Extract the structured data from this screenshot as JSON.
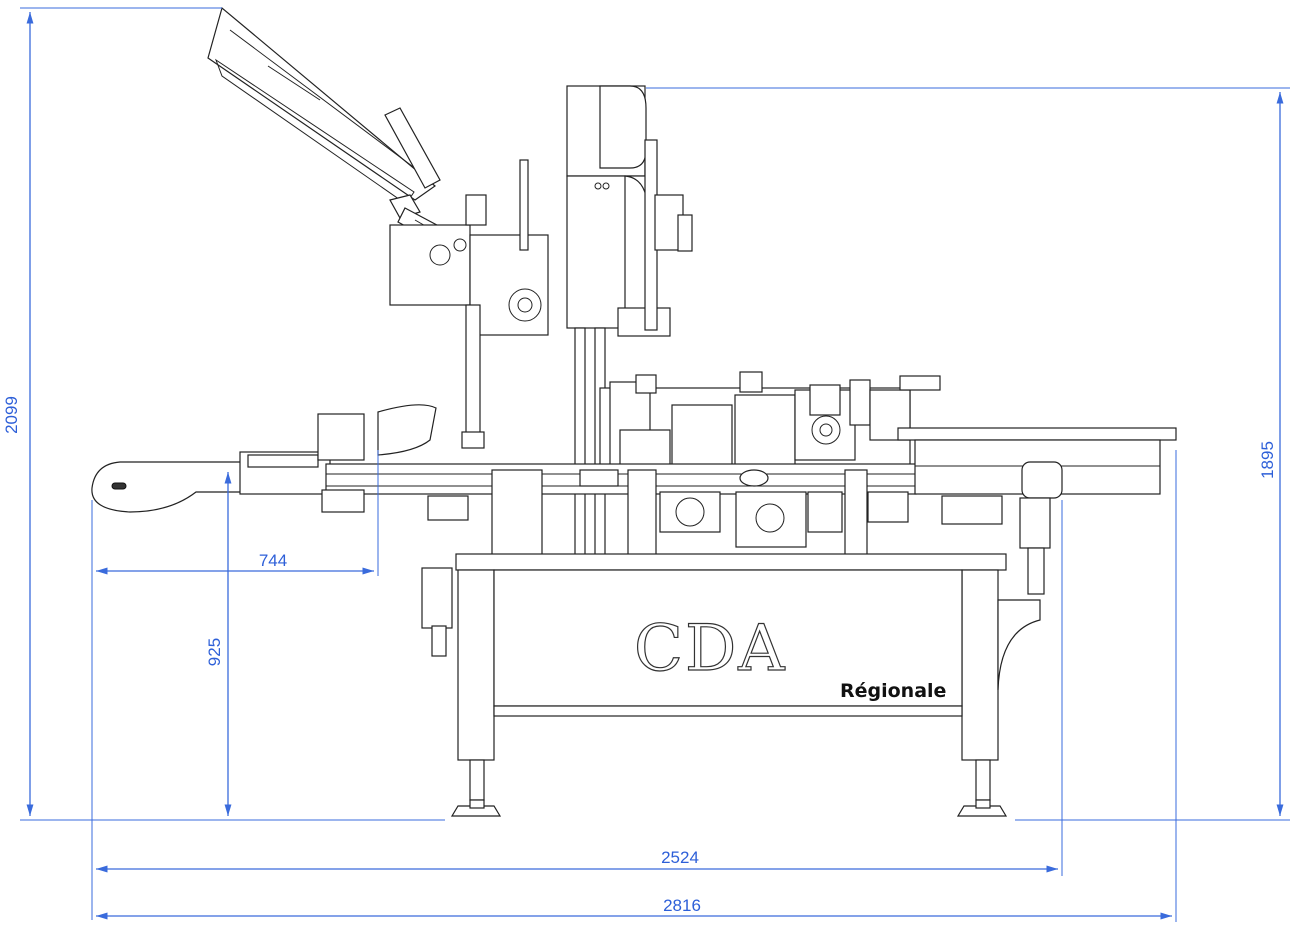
{
  "dimensions": {
    "total_height": "2099",
    "top_height": "1895",
    "infeed_length": "744",
    "conveyor_height": "925",
    "base_width": "2524",
    "total_width": "2816"
  },
  "branding": {
    "logo": "CDA",
    "model": "Régionale"
  },
  "colors": {
    "dimension": "#3a6bdc",
    "outline": "#222222"
  }
}
